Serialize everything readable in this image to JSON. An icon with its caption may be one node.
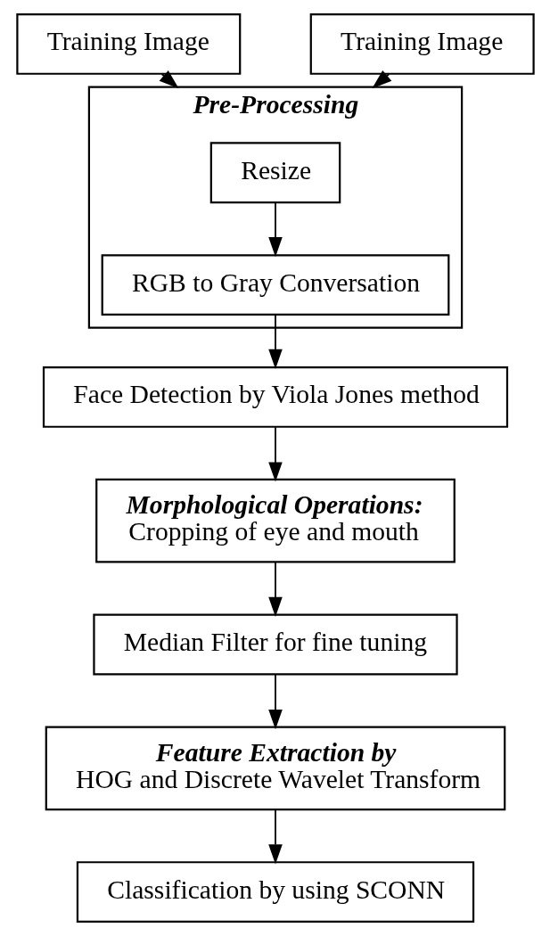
{
  "diagram": {
    "nodes": [
      {
        "text": [
          "Training Image"
        ]
      },
      {
        "text": [
          "Training Image"
        ]
      },
      {
        "text": [
          "Pre-Processing"
        ]
      },
      {
        "text": [
          "Resize"
        ],
        "in": 2
      },
      {
        "text": [
          "RGB to Gray Conversation"
        ],
        "in": 2
      },
      {
        "text": [
          "Face Detection by Viola Jones method"
        ]
      },
      {
        "text": [
          "Morphological Operations:",
          "Cropping of eye and mouth"
        ]
      },
      {
        "text": [
          "Median Filter for fine tuning"
        ]
      },
      {
        "text": [
          "Feature Extraction by",
          "HOG and Discrete Wavelet Transform"
        ]
      },
      {
        "text": [
          "Classification by using SCONN"
        ]
      }
    ],
    "edges": [
      {
        "from": 0,
        "to": 2,
        "arrow": "to"
      },
      {
        "from": 1,
        "to": 2,
        "arrow": "to"
      },
      {
        "from": 3,
        "to": 4,
        "arrow": "to"
      },
      {
        "from": 4,
        "to": 5,
        "arrow": "to"
      },
      {
        "from": 5,
        "to": 6,
        "arrow": "to"
      },
      {
        "from": 6,
        "to": 7,
        "arrow": "to"
      },
      {
        "from": 7,
        "to": 8,
        "arrow": "to"
      },
      {
        "from": 8,
        "to": 9,
        "arrow": "to"
      }
    ]
  }
}
